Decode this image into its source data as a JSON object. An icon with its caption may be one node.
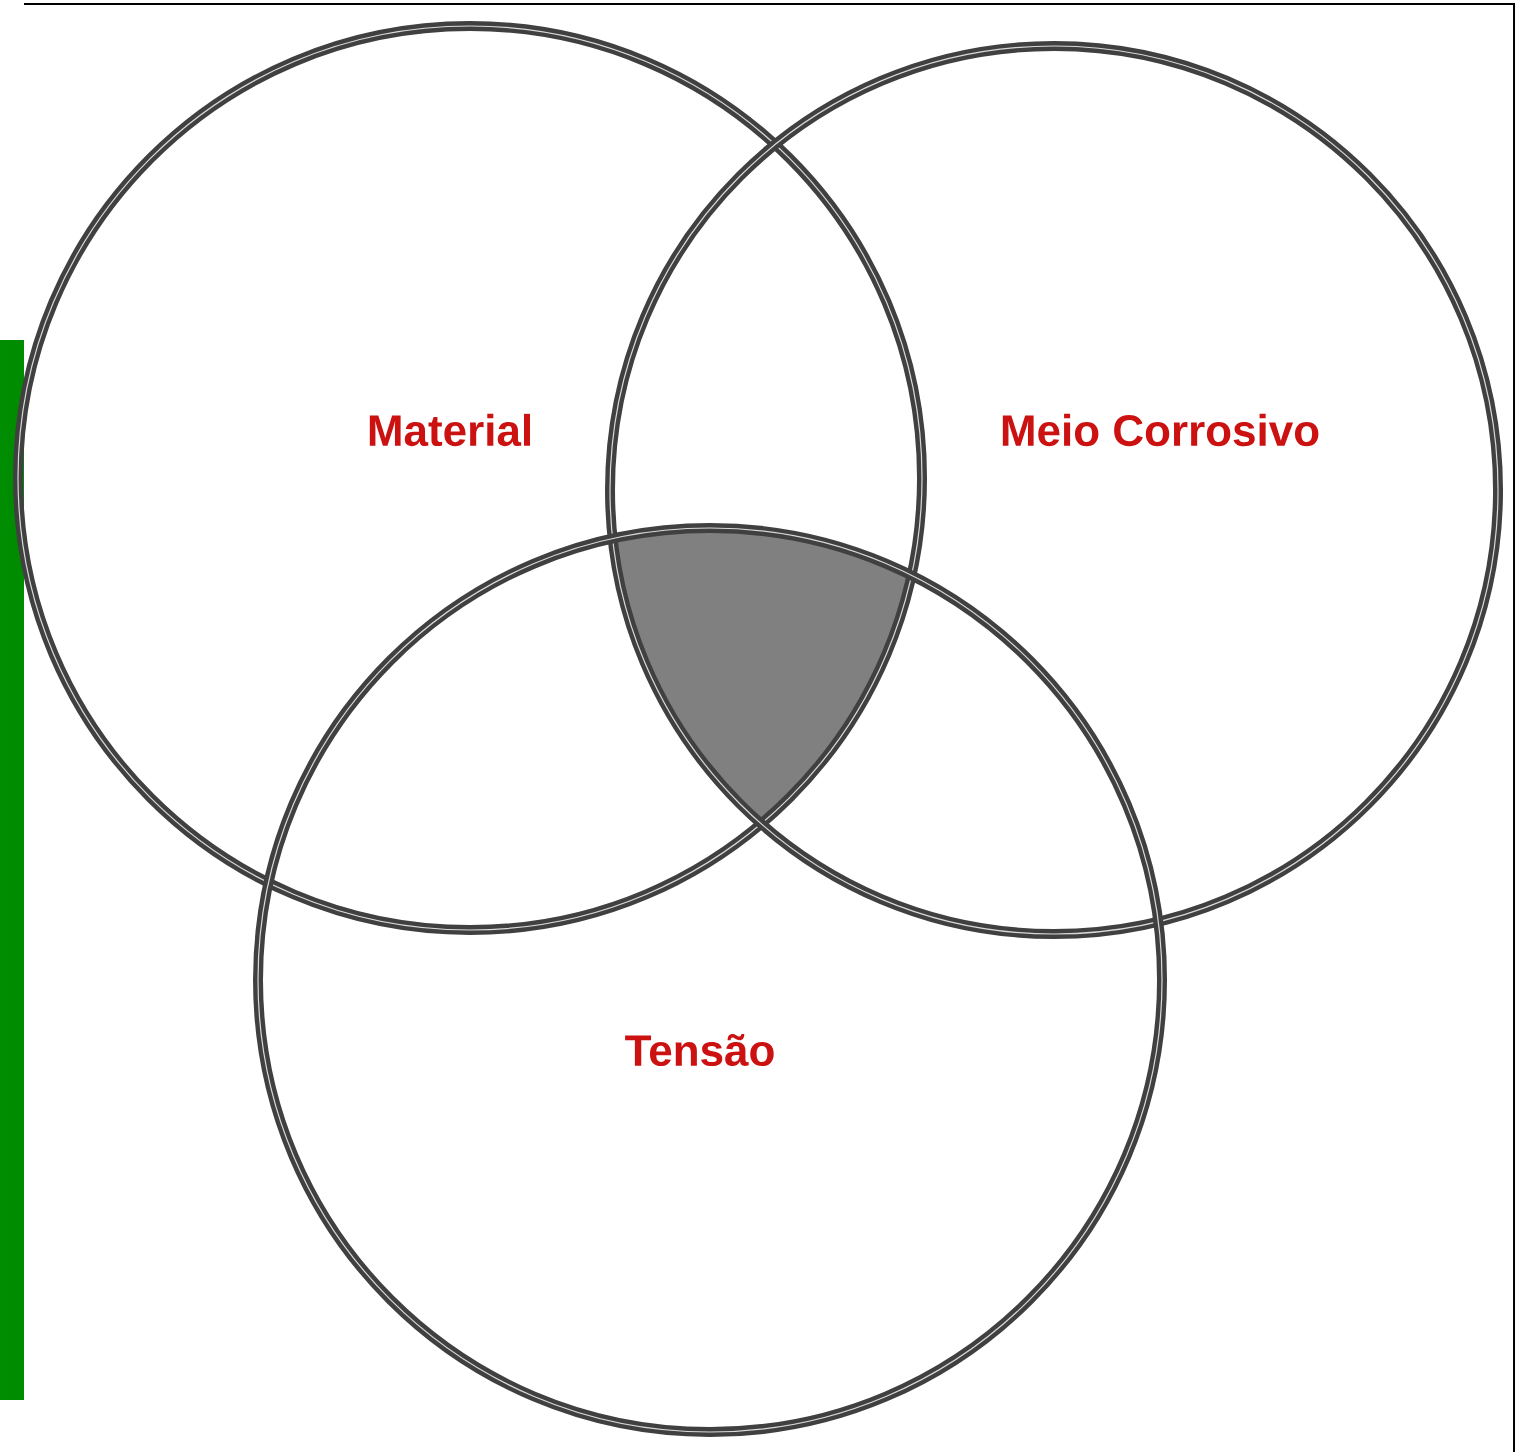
{
  "diagram": {
    "nodes": [
      {
        "text": [
          "Material"
        ]
      },
      {
        "text": [
          "Meio Corrosivo"
        ]
      },
      {
        "text": [
          "Tensão"
        ]
      }
    ]
  }
}
